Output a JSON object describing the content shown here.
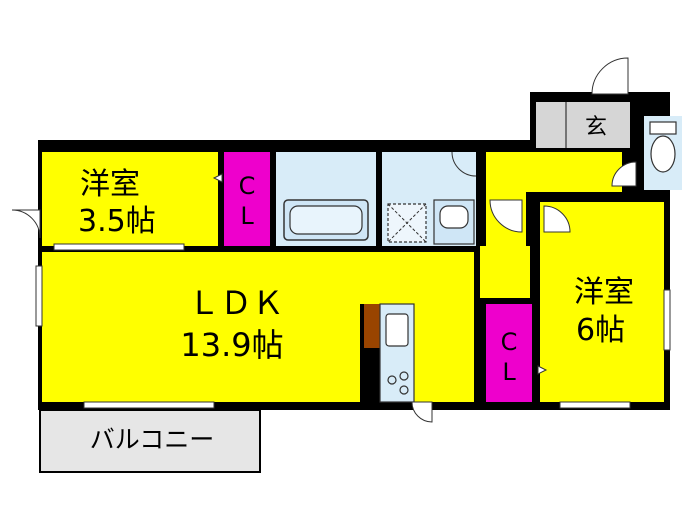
{
  "rooms": {
    "western_room_1": {
      "name": "洋室",
      "size": "3.5帖"
    },
    "western_room_2": {
      "name": "洋室",
      "size": "6帖"
    },
    "ldk": {
      "name": "ＬＤＫ",
      "size": "13.9帖"
    },
    "closet_1": {
      "line1": "C",
      "line2": "L"
    },
    "closet_2": {
      "line1": "C",
      "line2": "L"
    },
    "entrance": {
      "name": "玄"
    },
    "balcony": {
      "name": "バルコニー"
    }
  },
  "colors": {
    "room": "#ffff00",
    "closet": "#ee00cc",
    "wet_area": "#d8ecf8",
    "entrance": "#d6d6d6",
    "balcony": "#e6e6e6",
    "wall": "#000000"
  }
}
